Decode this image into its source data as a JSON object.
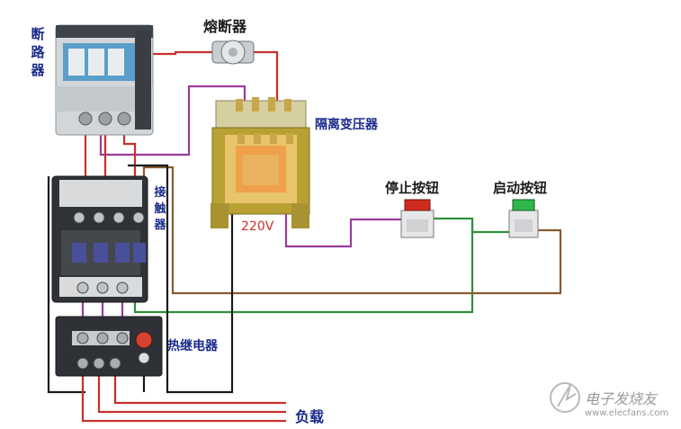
{
  "labels": {
    "breaker": "断路器",
    "fuse": "熔断器",
    "transformer": "隔离变压器",
    "voltage": "220V",
    "contactor": "接触器",
    "stop_button": "停止按钮",
    "start_button": "启动按钮",
    "thermal_relay": "热继电器",
    "load": "负载"
  },
  "watermark": {
    "name": "电子发烧友",
    "url": "www.elecfans.com"
  },
  "colors": {
    "wire_red": "#c8302a",
    "wire_purple": "#9b3a9e",
    "wire_green": "#2f8f3a",
    "wire_brown": "#8a5a30",
    "wire_black": "#1a1a1a",
    "label_blue": "#1a2a8c"
  }
}
